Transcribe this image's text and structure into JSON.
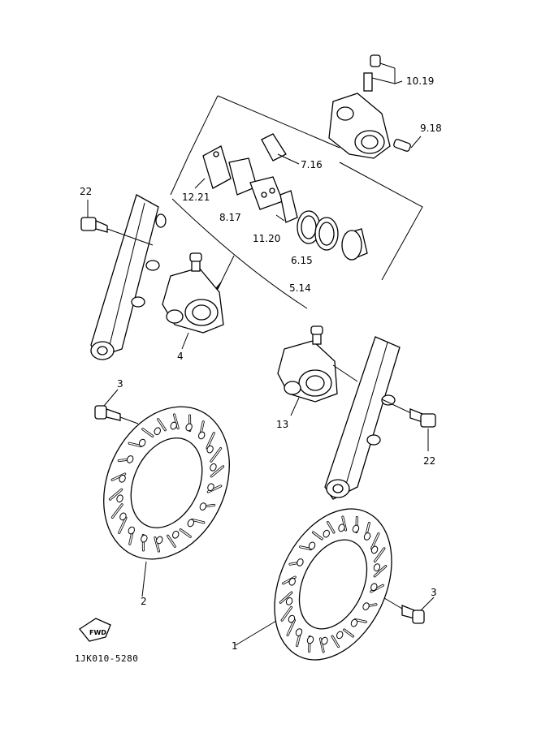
{
  "labels": {
    "p1": "1",
    "p2": "2",
    "p3a": "3",
    "p3b": "3",
    "p4": "4",
    "p5_14": "5.14",
    "p6_15": "6.15",
    "p7_16": "7.16",
    "p8_17": "8.17",
    "p9_18": "9.18",
    "p10_19": "10.19",
    "p11_20": "11.20",
    "p12_21": "12.21",
    "p13": "13",
    "p22a": "22",
    "p22b": "22"
  },
  "fwd_label": "FWD",
  "reference_code": "1JK010-5280"
}
